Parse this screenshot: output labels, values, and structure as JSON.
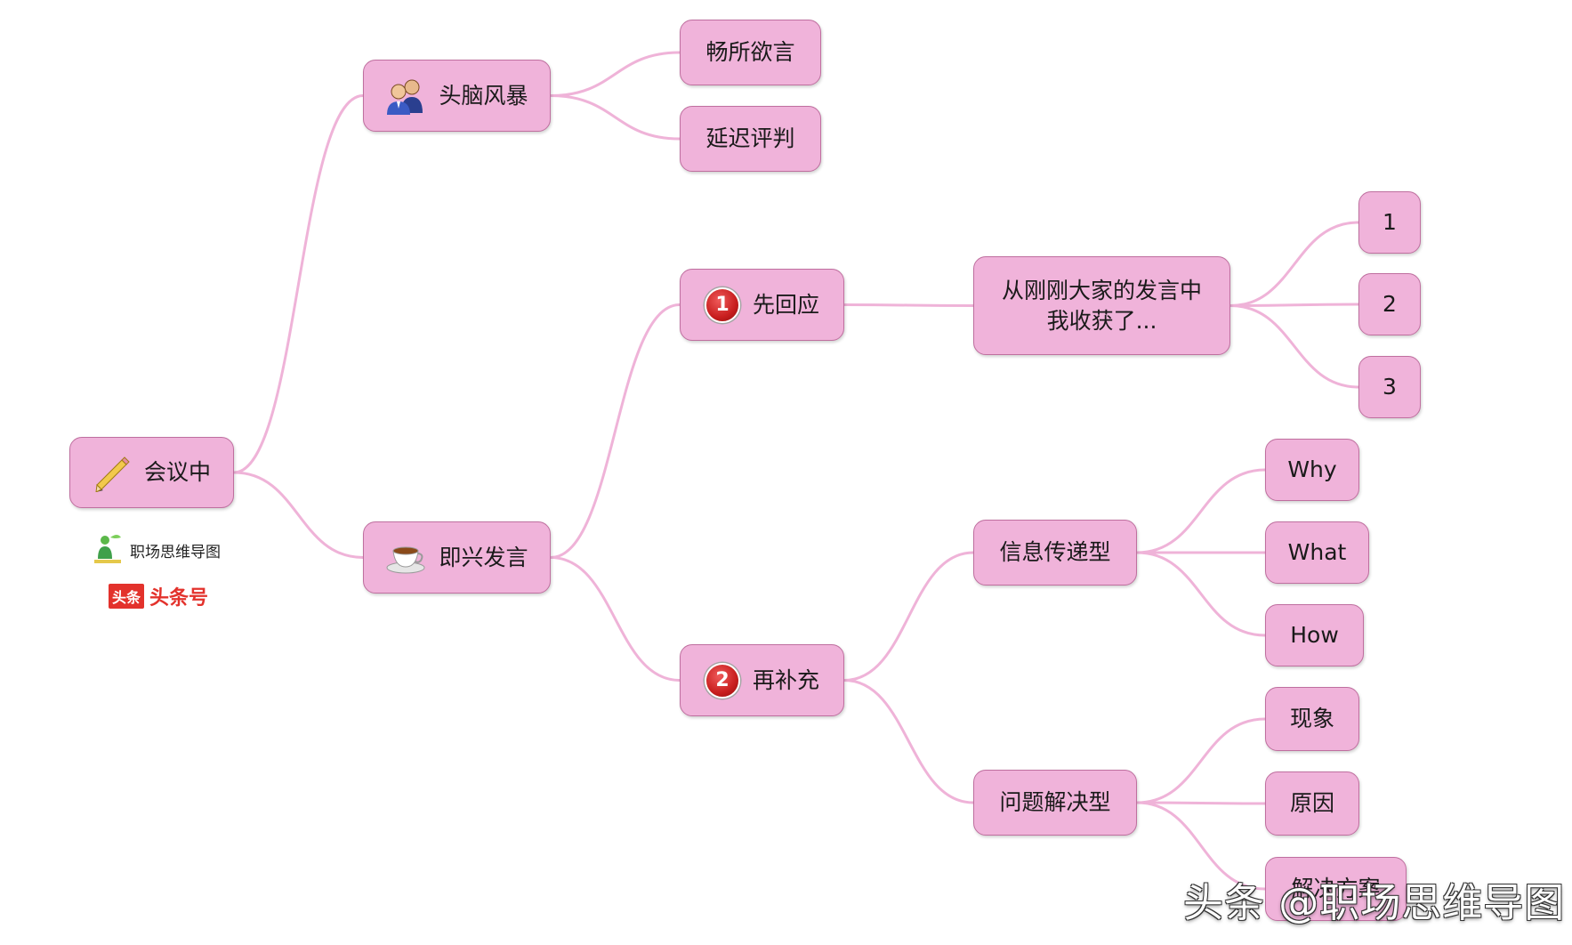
{
  "colors": {
    "node_fill": "#f0b3da",
    "node_border": "#bf6f9f",
    "link": "#efb3d8"
  },
  "root": {
    "label": "会议中",
    "icon": "pencil-icon"
  },
  "branches": {
    "brainstorm": {
      "label": "头脑风暴",
      "icon": "people-icon"
    },
    "impromptu": {
      "label": "即兴发言",
      "icon": "coffee-cup-icon"
    }
  },
  "brainstorm_children": [
    "畅所欲言",
    "延迟评判"
  ],
  "impromptu_children": {
    "respond": {
      "label": "先回应",
      "badge": "1"
    },
    "supplement": {
      "label": "再补充",
      "badge": "2"
    }
  },
  "respond_detail": {
    "line1": "从刚刚大家的发言中",
    "line2": "我收获了..."
  },
  "respond_points": [
    "1",
    "2",
    "3"
  ],
  "supplement_types": {
    "info": "信息传递型",
    "problem": "问题解决型"
  },
  "info_points": [
    "Why",
    "What",
    "How"
  ],
  "problem_points": [
    "现象",
    "原因",
    "解决方案"
  ],
  "logos": {
    "zhichang": "职场思维导图",
    "toutiao_box": "头条",
    "toutiao": "头条号"
  },
  "watermark": "头条 @职场思维导图"
}
